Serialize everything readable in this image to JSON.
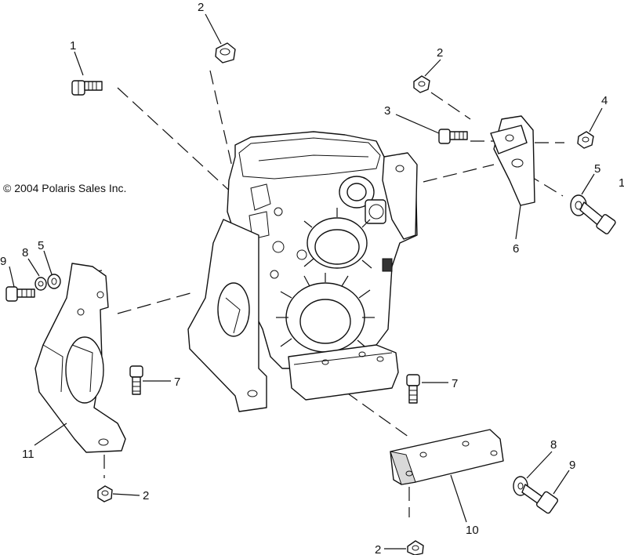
{
  "copyright": "© 2004 Polaris Sales Inc.",
  "callouts": {
    "c1": "1",
    "c2_top": "2",
    "c2_upper_right": "2",
    "c2_left_bottom": "2",
    "c2_bottom": "2",
    "c3": "3",
    "c4": "4",
    "c5_right": "5",
    "c5_left": "5",
    "c6": "6",
    "c7_left": "7",
    "c7_right": "7",
    "c8_left": "8",
    "c8_right": "8",
    "c9_left": "9",
    "c9_right": "9",
    "c10": "10",
    "c11": "11",
    "c1_edge": "1"
  }
}
